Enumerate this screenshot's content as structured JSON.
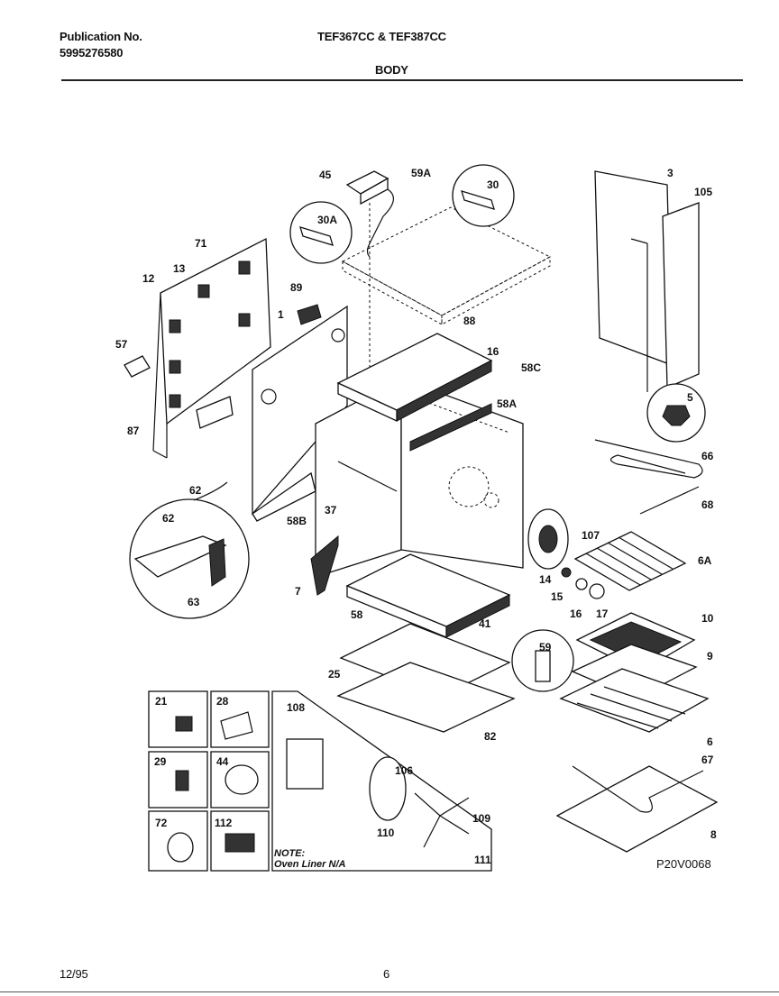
{
  "header": {
    "publication_label": "Publication No.",
    "publication_number": "5995276580",
    "models": "TEF367CC & TEF387CC",
    "section": "BODY"
  },
  "footer": {
    "date": "12/95",
    "page": "6"
  },
  "diagram": {
    "code": "P20V0068",
    "note_line1": "NOTE:",
    "note_line2": "Oven Liner N/A",
    "callouts": [
      "45",
      "59A",
      "30",
      "3",
      "105",
      "30A",
      "71",
      "12",
      "13",
      "89",
      "1",
      "88",
      "16",
      "58C",
      "57",
      "87",
      "58A",
      "5",
      "66",
      "62",
      "58B",
      "37",
      "68",
      "107",
      "6A",
      "62",
      "63",
      "7",
      "14",
      "15",
      "16",
      "17",
      "58",
      "41",
      "10",
      "59",
      "25",
      "9",
      "82",
      "6",
      "67",
      "8",
      "21",
      "28",
      "29",
      "44",
      "72",
      "112",
      "108",
      "106",
      "110",
      "109",
      "111"
    ]
  }
}
